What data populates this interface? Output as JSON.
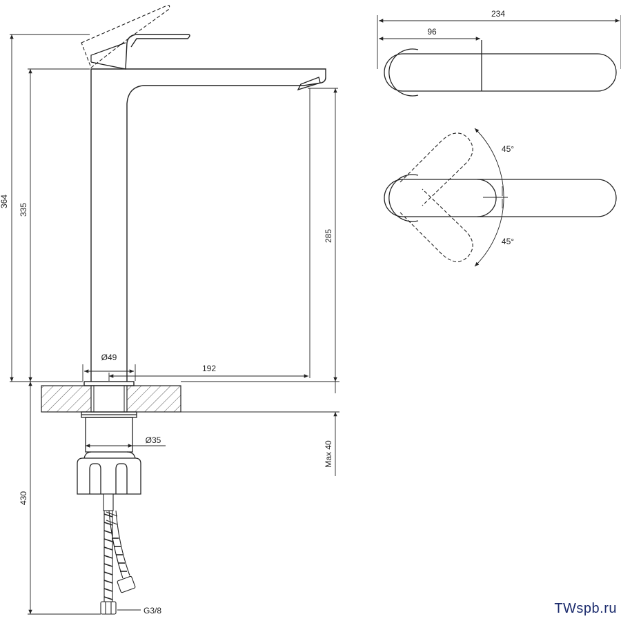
{
  "dimensions": {
    "total_height": "364",
    "body_height": "335",
    "spout_height": "285",
    "base_diameter": "Ø49",
    "spout_reach": "192",
    "shank_diameter": "Ø35",
    "counter_thickness": "Max 40",
    "hose_length": "430",
    "connection": "G3/8",
    "handle_length": "234",
    "handle_offset": "96",
    "angle_upper": "45°",
    "angle_lower": "45°"
  },
  "watermark": "TWspb.ru"
}
